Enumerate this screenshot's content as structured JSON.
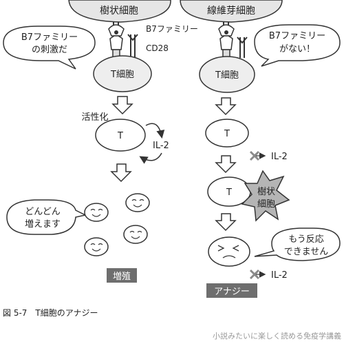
{
  "left": {
    "dendritic_cell": "樹状細胞",
    "b7_label": "B7ファミリー",
    "cd28_label": "CD28",
    "speech": [
      "B7ファミリー",
      "の刺激だ"
    ],
    "t_cell_top": "T細胞",
    "activation_label": "活性化",
    "t_cell_activated": "T",
    "il2_label": "IL-2",
    "speech_proliferate": [
      "どんどん",
      "増えます"
    ],
    "result_badge": "増殖"
  },
  "right": {
    "fibroblast": "線維芽細胞",
    "speech": [
      "B7ファミリー",
      "がない！"
    ],
    "t_cell_top": "T細胞",
    "t_cell_1": "T",
    "il2_blocked_1": "IL-2",
    "t_cell_2": "T",
    "dendritic_cell_small": [
      "樹状",
      "細胞"
    ],
    "speech_anergy": [
      "もう反応",
      "できません"
    ],
    "il2_blocked_2": "IL-2",
    "result_badge": "アナジー"
  },
  "figure": {
    "caption": "図 5-7　T細胞のアナジー",
    "footer": "小説みたいに楽しく読める免疫学講義"
  },
  "colors": {
    "cell_fill": "#e6e6e6",
    "stroke": "#333333",
    "badge": "#6e6e6e",
    "blocked_x": "#8a8a8a",
    "footer_text": "#9a9a9a"
  }
}
